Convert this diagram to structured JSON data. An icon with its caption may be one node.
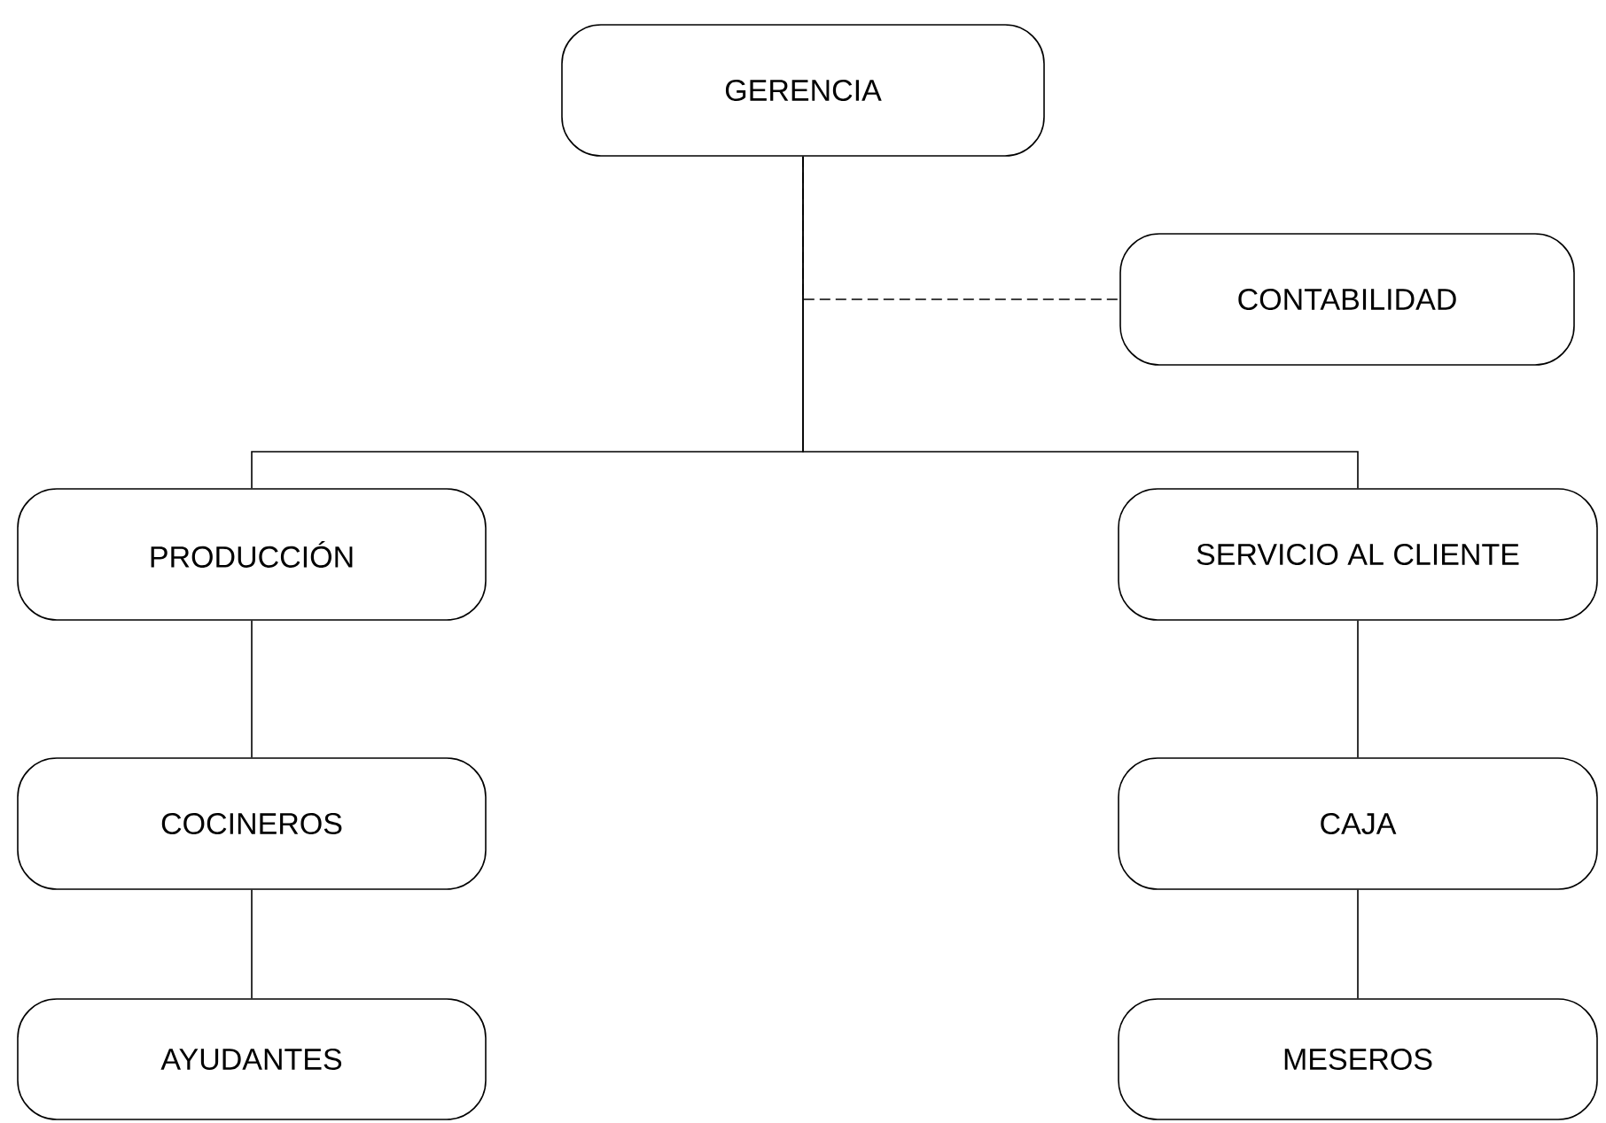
{
  "diagram": {
    "nodes": [
      {
        "text": [
          "GERENCIA"
        ]
      },
      {
        "text": [
          "CONTABILIDAD"
        ]
      },
      {
        "text": [
          "PRODUCCIÓN"
        ]
      },
      {
        "text": [
          "SERVICIO AL CLIENTE"
        ]
      },
      {
        "text": [
          "COCINEROS"
        ]
      },
      {
        "text": [
          "CAJA"
        ]
      },
      {
        "text": [
          "AYUDANTES"
        ]
      },
      {
        "text": [
          "MESEROS"
        ]
      }
    ],
    "edges": [
      {
        "from": 0,
        "to": 1,
        "arrow": "none",
        "style": "dashed"
      },
      {
        "from": 0,
        "to": 2,
        "arrow": "none"
      },
      {
        "from": 0,
        "to": 3,
        "arrow": "none"
      },
      {
        "from": 2,
        "to": 4,
        "arrow": "none"
      },
      {
        "from": 4,
        "to": 6,
        "arrow": "none"
      },
      {
        "from": 3,
        "to": 5,
        "arrow": "none"
      },
      {
        "from": 5,
        "to": 7,
        "arrow": "none"
      }
    ]
  }
}
